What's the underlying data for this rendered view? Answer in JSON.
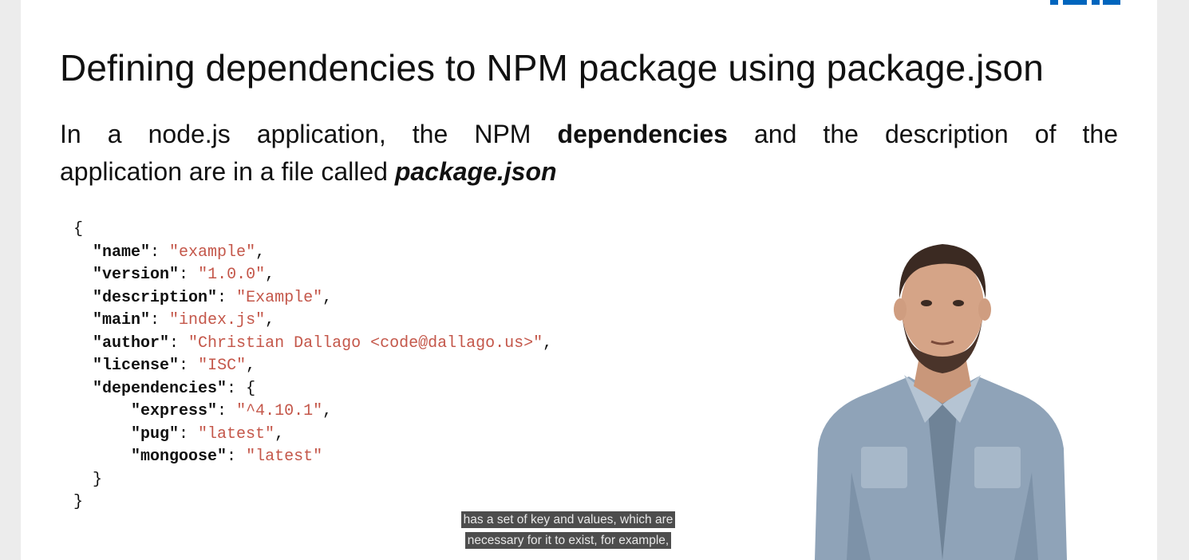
{
  "slide": {
    "title": "Defining dependencies to NPM package using package.json",
    "intro": {
      "part1": "In a node.js application, the NPM ",
      "bold": "dependencies",
      "part2": " and the description of the",
      "part3": "application are in a file called ",
      "bold_italic": "package.json"
    },
    "code": {
      "open_brace": "{",
      "close_brace": "}",
      "entries": [
        {
          "key": "\"name\"",
          "value": "\"example\"",
          "sep": ","
        },
        {
          "key": "\"version\"",
          "value": "\"1.0.0\"",
          "sep": ","
        },
        {
          "key": "\"description\"",
          "value": "\"Example\"",
          "sep": ","
        },
        {
          "key": "\"main\"",
          "value": "\"index.js\"",
          "sep": ","
        },
        {
          "key": "\"author\"",
          "value": "\"Christian Dallago <code@dallago.us>\"",
          "sep": ","
        },
        {
          "key": "\"license\"",
          "value": "\"ISC\"",
          "sep": ","
        }
      ],
      "dependencies_key": "\"dependencies\"",
      "dependencies_open": "{",
      "dependencies_close": "}",
      "dependencies": [
        {
          "key": "\"express\"",
          "value": "\"^4.10.1\"",
          "sep": ","
        },
        {
          "key": "\"pug\"",
          "value": "\"latest\"",
          "sep": ","
        },
        {
          "key": "\"mongoose\"",
          "value": "\"latest\"",
          "sep": ""
        }
      ]
    }
  },
  "captions": {
    "line1": "has a set of key and values, which are",
    "line2": "necessary for it to exist, for example,"
  },
  "colors": {
    "string": "#c4574a",
    "logo": "#0065bd",
    "caption_bg": "rgba(8,8,8,0.72)"
  },
  "icons": {
    "logo": "university-logo-fragment",
    "presenter": "presenter-video"
  }
}
